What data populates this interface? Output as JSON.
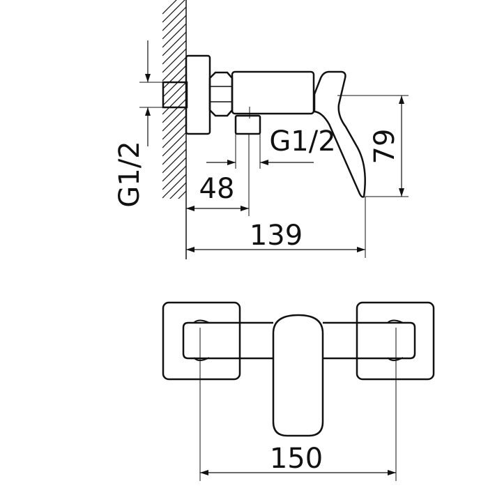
{
  "colors": {
    "line": "#111111",
    "background": "#ffffff"
  },
  "side_view": {
    "dim_pipe_thread_vertical": "G1/2",
    "dim_outlet_thread": "G1/2",
    "dim_outlet_offset": "48",
    "dim_total_depth": "139",
    "dim_lever_height": "79"
  },
  "front_view": {
    "dim_center_distance": "150"
  }
}
